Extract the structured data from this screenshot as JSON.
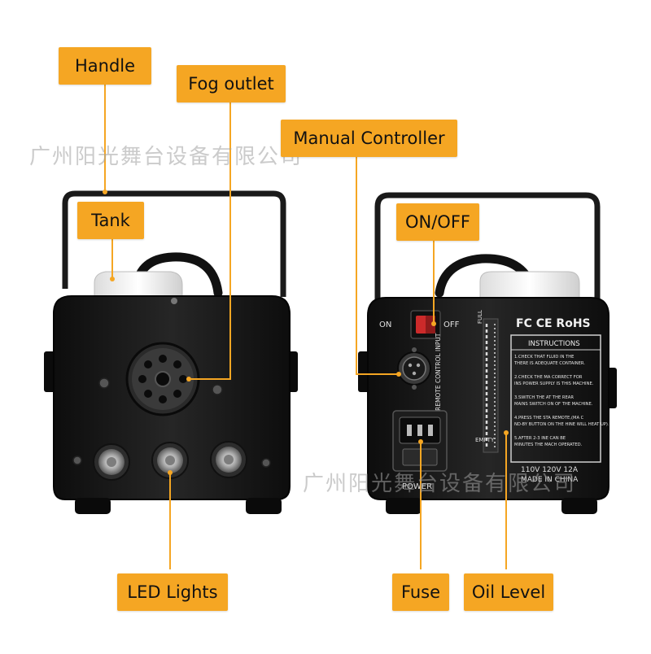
{
  "labels": {
    "handle": "Handle",
    "fog_outlet": "Fog outlet",
    "manual_controller": "Manual Controller",
    "tank": "Tank",
    "on_off": "ON/OFF",
    "led_lights": "LED Lights",
    "fuse": "Fuse",
    "oil_level": "Oil Level"
  },
  "watermarks": {
    "top": "广州阳光舞台设备有限公司",
    "bottom": "广州阳光舞台设备有限公司"
  },
  "panel": {
    "on": "ON",
    "off": "OFF",
    "cert": "FC CE RoHS",
    "instructions_title": "INSTRUCTIONS",
    "full": "FULL",
    "empty": "EMPTY",
    "remote_input": "REMOTE CONTROL INPUT",
    "power": "POWER",
    "rating": "110V 120V 12A",
    "made_in": "MADE IN CHINA"
  },
  "instructions": [
    {
      "step": "1.CHECK THAT FLUID IN THE",
      "note": "THERE IS ADEQUATE CONTAINER."
    },
    {
      "step": "2.CHECK THE MA CORRECT FOR",
      "note": "INS POWER SUPPLY IS THIS MACHINE."
    },
    {
      "step": "3.SWITCH THE AT THE REAR",
      "note": "MAINS SWITCH ON OF THE MACHINE."
    },
    {
      "step": "4.PRESS THE STA REMOTE,(MA C",
      "note": "ND-BY BUTTON ON THE HINE WILL HEAT UP)."
    },
    {
      "step": "5.AFTER 2-3 INE CAN BE",
      "note": "MINUTES THE MACH OPERATED."
    }
  ],
  "colors": {
    "label_bg": "#f5a623",
    "leader": "#f5a623",
    "body": "#1c1c1c"
  }
}
